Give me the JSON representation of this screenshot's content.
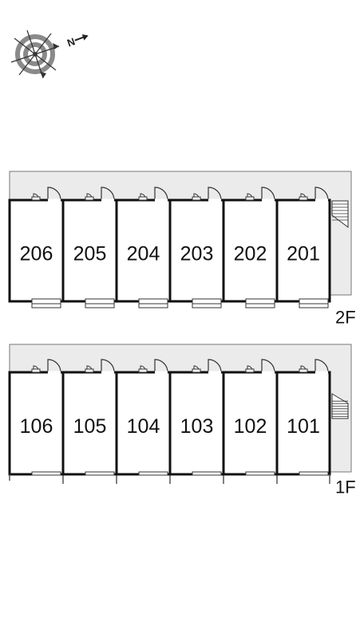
{
  "compass": {
    "north_label": "N",
    "icon": "compass-rose-icon"
  },
  "floors": [
    {
      "id": "2F",
      "label": "2F",
      "units": [
        "206",
        "205",
        "204",
        "203",
        "202",
        "201"
      ]
    },
    {
      "id": "1F",
      "label": "1F",
      "units": [
        "106",
        "105",
        "104",
        "103",
        "102",
        "101"
      ]
    }
  ],
  "colors": {
    "corridor": "#ebebeb",
    "wall": "#111111",
    "line": "#555555",
    "background": "#ffffff"
  }
}
